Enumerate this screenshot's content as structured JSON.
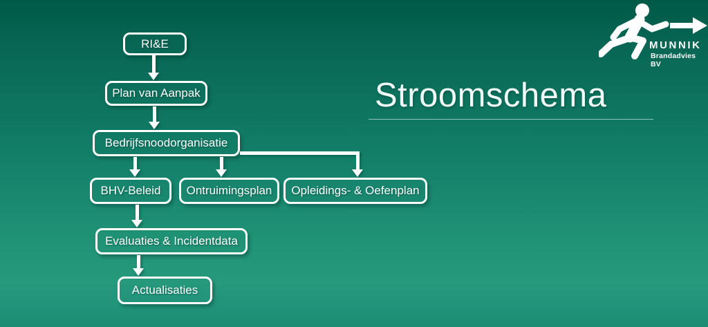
{
  "slide": {
    "title": "Stroomschema"
  },
  "logo": {
    "company": "MUNNIK",
    "subtitle": "Brandadvies BV",
    "icons": [
      "running-man-icon",
      "right-arrow-icon"
    ]
  },
  "flowchart": {
    "nodes": [
      {
        "id": "rie",
        "label": "RI&E"
      },
      {
        "id": "plan-van-aanpak",
        "label": "Plan van Aanpak"
      },
      {
        "id": "bedrijfsnoodorganisatie",
        "label": "Bedrijfsnoodorganisatie"
      },
      {
        "id": "bhv-beleid",
        "label": "BHV-Beleid"
      },
      {
        "id": "ontruimingsplan",
        "label": "Ontruimingsplan"
      },
      {
        "id": "opleidings-oefenplan",
        "label": "Opleidings- & Oefenplan"
      },
      {
        "id": "evaluaties-incidentdata",
        "label": "Evaluaties & Incidentdata"
      },
      {
        "id": "actualisaties",
        "label": "Actualisaties"
      }
    ],
    "edges": [
      {
        "from": "RI&E",
        "to": "Plan van Aanpak"
      },
      {
        "from": "Plan van Aanpak",
        "to": "Bedrijfsnoodorganisatie"
      },
      {
        "from": "Bedrijfsnoodorganisatie",
        "to": "BHV-Beleid"
      },
      {
        "from": "Bedrijfsnoodorganisatie",
        "to": "Ontruimingsplan"
      },
      {
        "from": "Bedrijfsnoodorganisatie",
        "to": "Opleidings- & Oefenplan"
      },
      {
        "from": "BHV-Beleid",
        "to": "Evaluaties & Incidentdata"
      },
      {
        "from": "Evaluaties & Incidentdata",
        "to": "Actualisaties"
      }
    ]
  },
  "colors": {
    "background_top": "#005a47",
    "background_bottom": "#26997d",
    "box_border": "#ffffff",
    "text": "#ffffff"
  }
}
